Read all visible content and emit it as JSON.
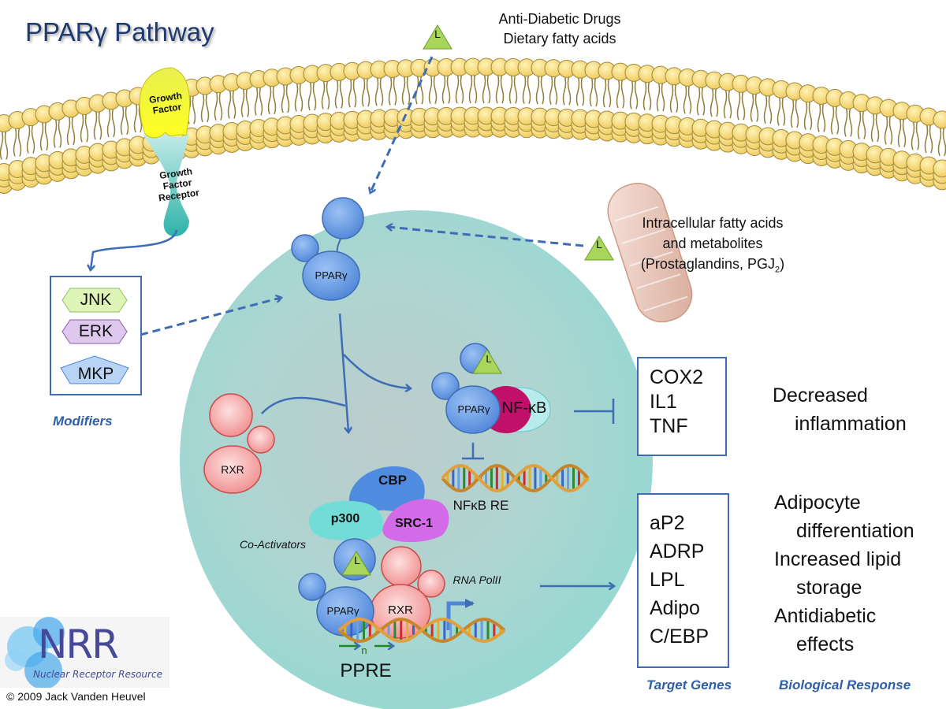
{
  "title": "PPARγ Pathway",
  "colors": {
    "title": "#1f3a6e",
    "arrow": "#3f6db5",
    "membrane_head": "#f4d56a",
    "membrane_stroke": "#a08a3c",
    "nucleus": "#9fd6d0",
    "ppar": "#5b92e0",
    "rxr": "#f49a9a",
    "ligand": "#a8d65a",
    "caption": "#2f5fa7"
  },
  "membrane": {
    "growth_factor": "Growth Factor",
    "growth_factor_receptor": "Growth Factor Receptor"
  },
  "ligand_symbol": "L",
  "extracellular_ligands": {
    "line1": "Anti-Diabetic Drugs",
    "line2": "Dietary fatty acids"
  },
  "intracellular_ligands": {
    "line1": "Intracellular fatty acids",
    "line2": "and metabolites",
    "line3": "(Prostaglandins, PGJ",
    "subscript": "2",
    "line3_end": ")"
  },
  "modifiers": {
    "items": [
      "JNK",
      "ERK",
      "MKP"
    ],
    "caption": "Modifiers"
  },
  "nucleus": {
    "ppar_label": "PPARγ",
    "rxr_label": "RXR",
    "nfkb_label": "NF-κB",
    "nfkb_re_label": "NFκB RE",
    "coactivators": [
      "CBP",
      "p300",
      "SRC-1"
    ],
    "coactivators_caption": "Co-Activators",
    "rna_pol_label": "RNA PolII",
    "ppre_label": "PPRE",
    "ppre_repeat": "n"
  },
  "inflammation_genes": {
    "items": [
      "COX2",
      "IL1",
      "TNF"
    ],
    "response": [
      "Decreased",
      "inflammation"
    ]
  },
  "target_genes": {
    "items": [
      "aP2",
      "ADRP",
      "LPL",
      "Adipo",
      "C/EBP"
    ],
    "caption": "Target Genes"
  },
  "biological_response": {
    "items": [
      "Adipocyte",
      "differentiation",
      "Increased lipid",
      "storage",
      "Antidiabetic",
      "effects"
    ],
    "caption": "Biological Response"
  },
  "logo": {
    "letters": "NRR",
    "name": "Nuclear Receptor Resource"
  },
  "copyright": "© 2009 Jack Vanden Heuvel"
}
